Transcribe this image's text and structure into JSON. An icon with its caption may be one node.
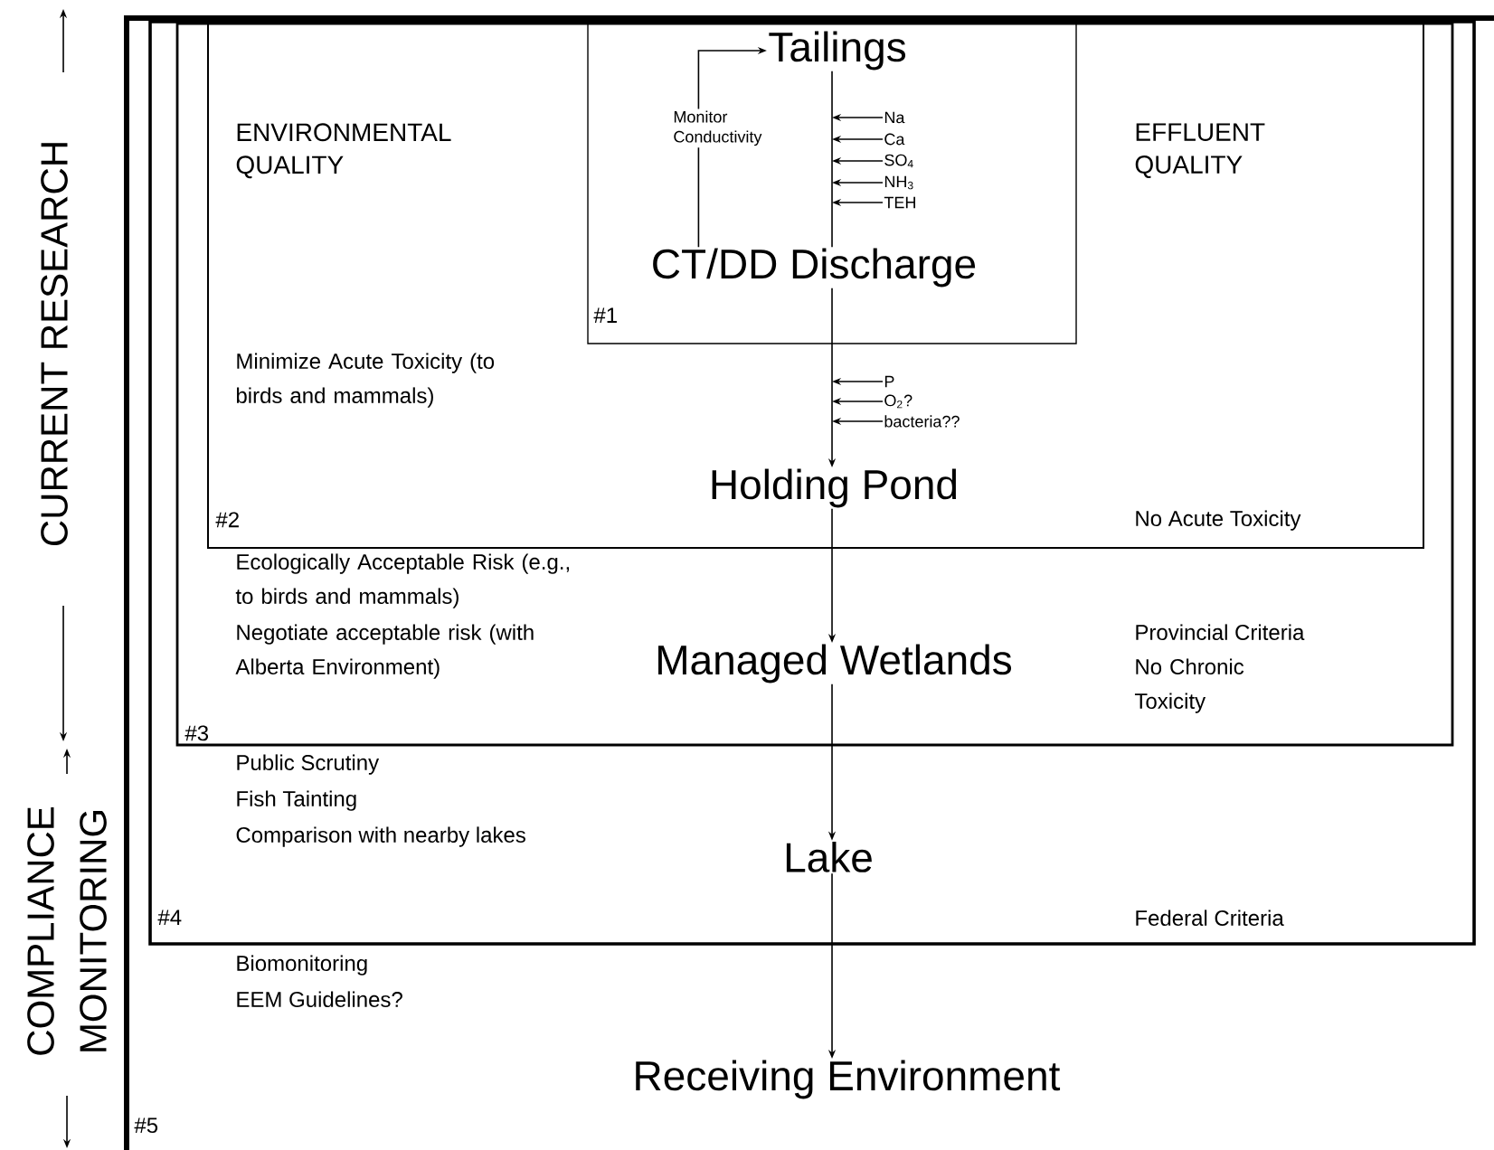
{
  "diagram": {
    "nodes": [
      {
        "text": [
          "Biomonitoring",
          "EEM Guidelines?",
          "#5"
        ]
      },
      {
        "text": [
          "Public Scrutiny",
          "Fish Tainting",
          "Comparison with nearby lakes",
          "#4",
          "Federal Criteria"
        ],
        "in": 0
      },
      {
        "text": [
          "Ecologically Acceptable Risk (e.g., to birds and mammals)",
          "Negotiate acceptable risk (with Alberta Environment)",
          "Provincial Criteria",
          "No Chronic Toxicity",
          "#3"
        ],
        "in": 1
      },
      {
        "text": [
          "ENVIRONMENTAL QUALITY",
          "EFFLUENT QUALITY",
          "Minimize Acute Toxicity (to birds and mammals)",
          "#2",
          "No Acute Toxicity"
        ],
        "in": 2
      },
      {
        "text": [
          "#1"
        ],
        "in": 3
      },
      {
        "text": [
          "Tailings"
        ],
        "in": 4
      },
      {
        "text": [
          "Na"
        ],
        "in": 4
      },
      {
        "text": [
          "Ca"
        ],
        "in": 4
      },
      {
        "text": [
          "SO$_{4}$"
        ],
        "in": 4
      },
      {
        "text": [
          "NH$_{3}$"
        ],
        "in": 4
      },
      {
        "text": [
          "TEH"
        ],
        "in": 4
      },
      {
        "text": [
          "CT/DD Discharge"
        ],
        "in": 4
      },
      {
        "text": [
          "P"
        ],
        "in": 3
      },
      {
        "text": [
          "O$_{2}$?"
        ],
        "in": 3
      },
      {
        "text": [
          "bacteria??"
        ],
        "in": 3
      },
      {
        "text": [
          "Holding Pond"
        ],
        "in": 3
      },
      {
        "text": [
          "Managed Wetlands"
        ],
        "in": 2
      },
      {
        "text": [
          "Lake"
        ],
        "in": 1
      },
      {
        "text": [
          "Receiving Environment"
        ],
        "in": 0
      }
    ],
    "edges": [
      {
        "from": 5,
        "to": 11,
        "arrow": "none"
      },
      {
        "from": 11,
        "to": 5,
        "arrow": "to",
        "label": "Monitor Conductivity"
      },
      {
        "from": 6,
        "to": null,
        "arrow": "to"
      },
      {
        "from": 7,
        "to": null,
        "arrow": "to"
      },
      {
        "from": 8,
        "to": null,
        "arrow": "to"
      },
      {
        "from": 9,
        "to": null,
        "arrow": "to"
      },
      {
        "from": 10,
        "to": null,
        "arrow": "to"
      },
      {
        "from": 11,
        "to": 15,
        "arrow": "to"
      },
      {
        "from": 12,
        "to": null,
        "arrow": "to"
      },
      {
        "from": 13,
        "to": null,
        "arrow": "to"
      },
      {
        "from": 14,
        "to": null,
        "arrow": "to"
      },
      {
        "from": 15,
        "to": 16,
        "arrow": "to"
      },
      {
        "from": 16,
        "to": 17,
        "arrow": "to"
      },
      {
        "from": 17,
        "to": 18,
        "arrow": "to"
      }
    ],
    "labels": [
      "CURRENT RESEARCH",
      "COMPLIANCE MONITORING"
    ]
  }
}
